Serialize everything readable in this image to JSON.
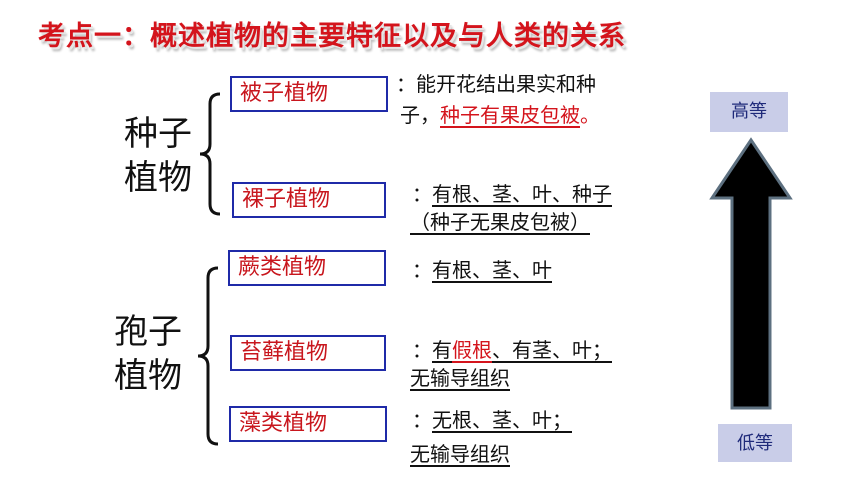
{
  "title": "考点一：概述植物的主要特征以及与人类的关系",
  "groups": {
    "seed": {
      "line1": "种子",
      "line2": "植物"
    },
    "spore": {
      "line1": "孢子",
      "line2": "植物"
    }
  },
  "plants": {
    "angiosperm": {
      "name": "被子植物",
      "line1": "：能开花结出果实和种",
      "line2_prefix": "子，",
      "line2_highlight": "种子有果皮包被",
      "line2_suffix": "。"
    },
    "gymnosperm": {
      "name": "裸子植物",
      "line1_prefix": "：",
      "line1": "有根、茎、叶、种子",
      "line2": "（种子无果皮包被）"
    },
    "fern": {
      "name": "蕨类植物",
      "line1_prefix": "：",
      "line1": "有根、茎、叶"
    },
    "moss": {
      "name": "苔藓植物",
      "line1_prefix": "：",
      "line1_a": "有",
      "line1_highlight": "假根",
      "line1_b": "、有茎、叶；",
      "line2": "无输导组织"
    },
    "algae": {
      "name": "藻类植物",
      "line1_prefix": "：",
      "line1": "无根、茎、叶；",
      "line2": "无输导组织"
    }
  },
  "scale": {
    "top": "高等",
    "bottom": "低等"
  },
  "colors": {
    "title": "#d4141c",
    "box_border": "#1f2aa8",
    "box_text": "#c8161d",
    "label_bg": "#c9cde8"
  }
}
